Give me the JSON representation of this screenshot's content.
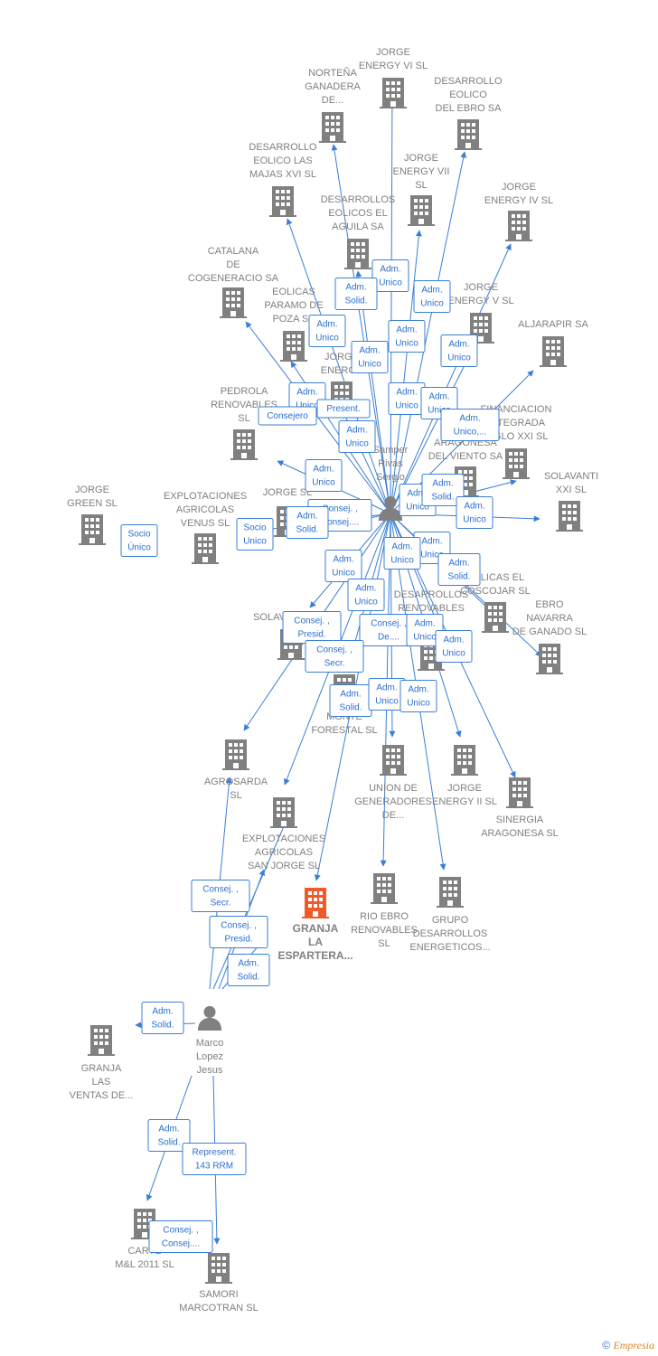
{
  "colors": {
    "edge": "#3a7fd5",
    "building": "#808080",
    "focus_building": "#f05a28",
    "person": "#808080",
    "text": "#808080"
  },
  "people": [
    {
      "id": "p1",
      "lines": [
        "Samper",
        "Rivas",
        "Sergio"
      ]
    },
    {
      "id": "p2",
      "lines": [
        "Marco",
        "Lopez",
        "Jesus"
      ]
    }
  ],
  "companies": [
    {
      "id": "c1",
      "lines": [
        "JORGE",
        "ENERGY VI  SL"
      ]
    },
    {
      "id": "c2",
      "lines": [
        "NORTEÑA",
        "GANADERA",
        "DE..."
      ]
    },
    {
      "id": "c3",
      "lines": [
        "DESARROLLO",
        "EOLICO",
        "DEL EBRO SA"
      ]
    },
    {
      "id": "c4",
      "lines": [
        "DESARROLLO",
        "EOLICO LAS",
        "MAJAS XVI  SL"
      ]
    },
    {
      "id": "c5",
      "lines": [
        "JORGE",
        "ENERGY VII",
        "SL"
      ]
    },
    {
      "id": "c6",
      "lines": [
        "JORGE",
        "ENERGY IV  SL"
      ]
    },
    {
      "id": "c7",
      "lines": [
        "DESARROLLOS",
        "EOLICOS EL",
        "AGUILA SA"
      ]
    },
    {
      "id": "c8",
      "lines": [
        "CATALANA",
        "DE",
        "COGENERACIO SA"
      ]
    },
    {
      "id": "c9",
      "lines": [
        "EOLICAS",
        "PARAMO DE",
        "POZA SA"
      ]
    },
    {
      "id": "c10",
      "lines": [
        "JORGE",
        "ENERGY V  SL"
      ]
    },
    {
      "id": "c11",
      "lines": [
        "ALJARAPIR SA"
      ]
    },
    {
      "id": "c12",
      "lines": [
        "JORGE",
        "ENERGY"
      ]
    },
    {
      "id": "c13",
      "lines": [
        "PEDROLA",
        "RENOVABLES",
        "SL"
      ]
    },
    {
      "id": "c14",
      "lines": [
        "FINANCIACION",
        "INTEGRADA",
        "SIGLO XXI  SL"
      ]
    },
    {
      "id": "c15",
      "lines": [
        "ARAGONESA",
        "DEL VIENTO SA"
      ]
    },
    {
      "id": "c16",
      "lines": [
        "SOLAVANTI",
        "XXI SL"
      ]
    },
    {
      "id": "c17",
      "lines": [
        "JORGE",
        "GREEN  SL"
      ]
    },
    {
      "id": "c18",
      "lines": [
        "EXPLOTACIONES",
        "AGRICOLAS",
        "VENUS  SL"
      ]
    },
    {
      "id": "c19",
      "lines": [
        "JORGE SL"
      ]
    },
    {
      "id": "c20",
      "lines": [
        "EOLICAS EL",
        "COSCOJAR  SL"
      ]
    },
    {
      "id": "c21",
      "lines": [
        "EBRO",
        "NAVARRA",
        "DE GANADO SL"
      ]
    },
    {
      "id": "c22",
      "lines": [
        "DESARROLLOS",
        "RENOVABLES",
        "SL"
      ]
    },
    {
      "id": "c23",
      "lines": [
        "SOLAV"
      ]
    },
    {
      "id": "c24",
      "lines": [
        "MONTE",
        "FORESTAL  SL"
      ]
    },
    {
      "id": "c25",
      "lines": [
        "AGROSARDA",
        "SL"
      ]
    },
    {
      "id": "c26",
      "lines": [
        "UNION DE",
        "GENERADORES",
        "DE..."
      ]
    },
    {
      "id": "c27",
      "lines": [
        "JORGE",
        "ENERGY II  SL"
      ]
    },
    {
      "id": "c28",
      "lines": [
        "SINERGIA",
        "ARAGONESA SL"
      ]
    },
    {
      "id": "c29",
      "lines": [
        "EXPLOTACIONES",
        "AGRICOLAS",
        "SAN JORGE SL"
      ]
    },
    {
      "id": "c30",
      "lines": [
        "GRANJA",
        "LA",
        "ESPARTERA..."
      ],
      "focus": true
    },
    {
      "id": "c31",
      "lines": [
        "RIO EBRO",
        "RENOVABLES",
        "SL"
      ]
    },
    {
      "id": "c32",
      "lines": [
        "GRUPO",
        "DESARROLLOS",
        "ENERGETICOS..."
      ]
    },
    {
      "id": "c33",
      "lines": [
        "GRANJA",
        "LAS",
        "VENTAS DE..."
      ]
    },
    {
      "id": "c34",
      "lines": [
        "CARTE",
        "M&L 2011 SL"
      ]
    },
    {
      "id": "c35",
      "lines": [
        "SAMORI",
        "MARCOTRAN SL"
      ]
    }
  ],
  "relations": [
    {
      "id": "r1",
      "lines": [
        "Adm.",
        "Unico"
      ]
    },
    {
      "id": "r2",
      "lines": [
        "Adm.",
        "Solid."
      ]
    },
    {
      "id": "r3",
      "lines": [
        "Adm.",
        "Unico"
      ]
    },
    {
      "id": "r4",
      "lines": [
        "Adm.",
        "Unico"
      ]
    },
    {
      "id": "r5",
      "lines": [
        "Adm.",
        "Unico"
      ]
    },
    {
      "id": "r6",
      "lines": [
        "Adm.",
        "Unico"
      ]
    },
    {
      "id": "r7",
      "lines": [
        "Adm.",
        "Unico"
      ]
    },
    {
      "id": "r8",
      "lines": [
        "Adm.",
        "Unico"
      ]
    },
    {
      "id": "r9",
      "lines": [
        "Adm.",
        "Unico"
      ]
    },
    {
      "id": "r10",
      "lines": [
        "Adm.",
        "Unico"
      ]
    },
    {
      "id": "r11",
      "lines": [
        "Present."
      ]
    },
    {
      "id": "r12",
      "lines": [
        "Consejero"
      ]
    },
    {
      "id": "r13",
      "lines": [
        "Adm.",
        "Unico"
      ]
    },
    {
      "id": "r14",
      "lines": [
        "Adm.",
        "Unico,..."
      ]
    },
    {
      "id": "r15",
      "lines": [
        "Adm.",
        "Unico"
      ]
    },
    {
      "id": "r16",
      "lines": [
        "Adm.",
        "Unico"
      ]
    },
    {
      "id": "r17",
      "lines": [
        "Adm.",
        "Solid."
      ]
    },
    {
      "id": "r18",
      "lines": [
        "Adm.",
        "Unico"
      ]
    },
    {
      "id": "r19",
      "lines": [
        "Consej. ,",
        "Consej...."
      ]
    },
    {
      "id": "r20",
      "lines": [
        "Adm.",
        "Solid."
      ]
    },
    {
      "id": "r21",
      "lines": [
        "Socio",
        "Unico"
      ]
    },
    {
      "id": "r22",
      "lines": [
        "Socio",
        "Único"
      ]
    },
    {
      "id": "r23",
      "lines": [
        "Adm.",
        "Unico"
      ]
    },
    {
      "id": "r24",
      "lines": [
        "Adm.",
        "Unico"
      ]
    },
    {
      "id": "r25",
      "lines": [
        "Adm.",
        "Unico"
      ]
    },
    {
      "id": "r26",
      "lines": [
        "Adm.",
        "Solid."
      ]
    },
    {
      "id": "r27",
      "lines": [
        "Adm.",
        "Unico"
      ]
    },
    {
      "id": "r28",
      "lines": [
        "Consej. ,",
        "Presid."
      ]
    },
    {
      "id": "r29",
      "lines": [
        "Consej. ,",
        "De...."
      ]
    },
    {
      "id": "r30",
      "lines": [
        "Adm.",
        "Unico"
      ]
    },
    {
      "id": "r31",
      "lines": [
        "Adm.",
        "Unico"
      ]
    },
    {
      "id": "r32",
      "lines": [
        "Consej. ,",
        "Secr."
      ]
    },
    {
      "id": "r33",
      "lines": [
        "Adm.",
        "Solid."
      ]
    },
    {
      "id": "r34",
      "lines": [
        "Adm.",
        "Unico"
      ]
    },
    {
      "id": "r35",
      "lines": [
        "Adm.",
        "Unico"
      ]
    },
    {
      "id": "r36",
      "lines": [
        "Consej. ,",
        "Secr."
      ]
    },
    {
      "id": "r37",
      "lines": [
        "Consej. ,",
        "Presid."
      ]
    },
    {
      "id": "r38",
      "lines": [
        "Adm.",
        "Solid."
      ]
    },
    {
      "id": "r39",
      "lines": [
        "Adm.",
        "Solid."
      ]
    },
    {
      "id": "r40",
      "lines": [
        "Adm.",
        "Solid."
      ]
    },
    {
      "id": "r41",
      "lines": [
        "Represent.",
        "143 RRM"
      ]
    },
    {
      "id": "r42",
      "lines": [
        "Consej. ,",
        "Consej...."
      ]
    }
  ],
  "footer": {
    "copyright": "©",
    "brand": "Empresia"
  }
}
